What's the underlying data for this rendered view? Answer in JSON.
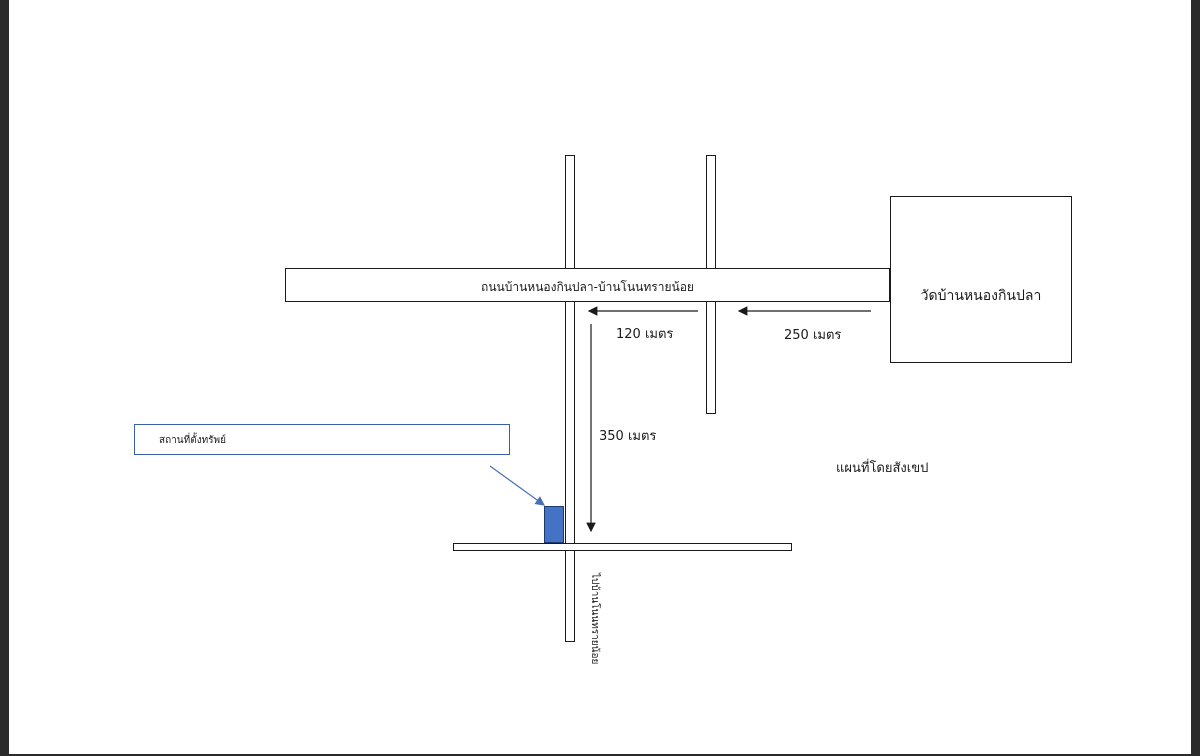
{
  "main_road": {
    "label": "ถนนบ้านหนองกินปลา-บ้านโนนทรายน้อย"
  },
  "temple": {
    "label": "วัดบ้านหนองกินปลา"
  },
  "property_callout": {
    "label": "สถานที่ตั้งทรัพย์"
  },
  "distances": {
    "segment_1": "120 เมตร",
    "segment_2": "250 เมตร",
    "segment_3": "350 เมตร"
  },
  "side_road": {
    "label": "ไปบ้านโนนทรายน้อย"
  },
  "caption": "แผนที่โดยสังเขป",
  "colors": {
    "property_marker": "#4472c4",
    "callout_border": "#3a5faa",
    "callout_arrow": "#4a6fb5"
  }
}
